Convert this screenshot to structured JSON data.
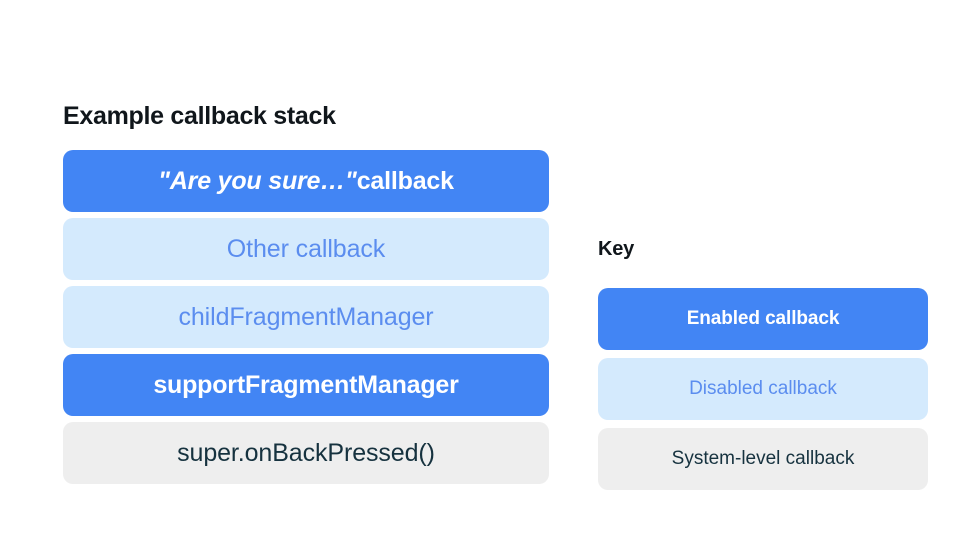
{
  "stack": {
    "title": "Example callback stack",
    "items": [
      {
        "label": "\"Are you sure…\" callback",
        "quoted_part": "\"Are you sure…\"",
        "plain_part": " callback",
        "state": "enabled"
      },
      {
        "label": "Other callback",
        "state": "disabled"
      },
      {
        "label": "childFragmentManager",
        "state": "disabled"
      },
      {
        "label": "supportFragmentManager",
        "state": "enabled"
      },
      {
        "label": "super.onBackPressed()",
        "state": "system"
      }
    ]
  },
  "key": {
    "title": "Key",
    "items": [
      {
        "label": "Enabled callback",
        "state": "enabled"
      },
      {
        "label": "Disabled callback",
        "state": "disabled"
      },
      {
        "label": "System-level callback",
        "state": "system"
      }
    ]
  },
  "colors": {
    "enabled_bg": "#4285f4",
    "enabled_text": "#ffffff",
    "disabled_bg": "#d4eafd",
    "disabled_text": "#5b8def",
    "system_bg": "#eeeeee",
    "system_text": "#16323f",
    "page_bg": "#ffffff",
    "heading_text": "#10161b"
  }
}
